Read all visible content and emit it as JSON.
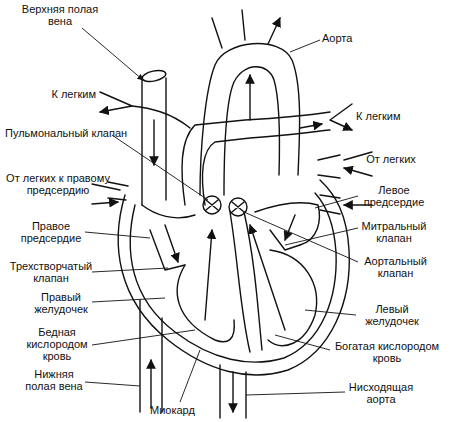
{
  "diagram": {
    "labels": [
      "Верхняя полая вена",
      "Аорта",
      "К легким",
      "К легким",
      "Пульмональный клапан",
      "От легких",
      "От легких к правому предсердию",
      "Левое предсердие",
      "Правое предсердие",
      "Митральный клапан",
      "Трехстворчатый клапан",
      "Аортальный клапан",
      "Правый желудочек",
      "Левый желудочек",
      "Бедная кислородом кровь",
      "Богатая кислородом кровь",
      "Нижняя полая вена",
      "Нисходящая аорта",
      "Миокард"
    ]
  }
}
